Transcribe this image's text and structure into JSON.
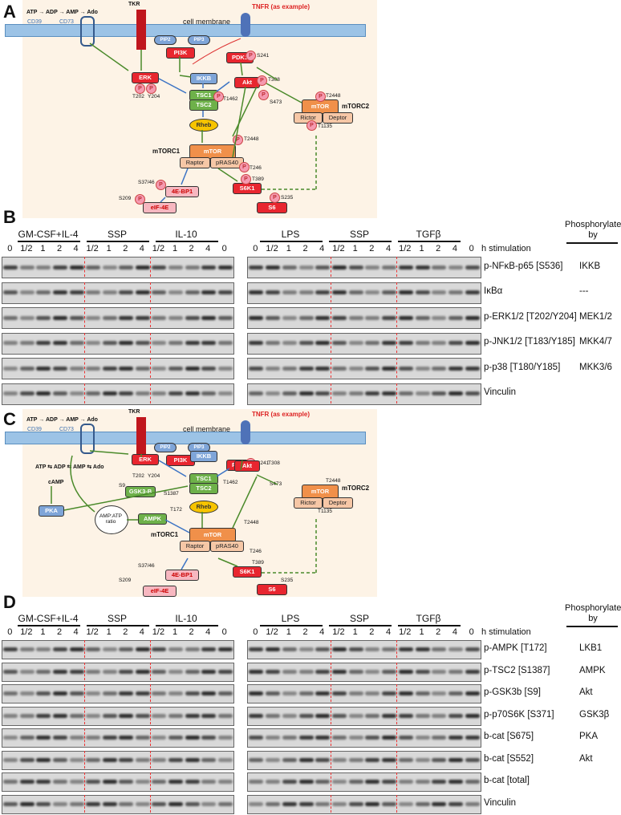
{
  "panels": {
    "a": "A",
    "b": "B",
    "c": "C",
    "d": "D"
  },
  "diagram": {
    "atp_chain": "ATP → ADP → AMP → Ado",
    "cd39": "CD39",
    "cd73": "CD73",
    "tkr": "TKR",
    "cell_membrane": "cell membrane",
    "tnfr": "TNFR (as example)",
    "pip2": "PIP2",
    "pip3": "PIP3",
    "pi3k": "PI3K",
    "pdk1": "PDK1",
    "s241": "S241",
    "erk": "ERK",
    "t202": "T202",
    "y204": "Y204",
    "ikkb": "IKKB",
    "akt": "Akt",
    "t308": "T308",
    "s473": "S473",
    "tsc1": "TSC1",
    "tsc2": "TSC2",
    "t1462": "T1462",
    "rheb": "Rheb",
    "mtorc1": "mTORC1",
    "mtor": "mTOR",
    "raptor": "Raptor",
    "pras40": "pRAS40",
    "t2448": "T2448",
    "t246": "T246",
    "mtorc2": "mTORC2",
    "rictor": "Rictor",
    "deptor": "Deptor",
    "t1135": "T1135",
    "s6k1": "S6K1",
    "t389": "T389",
    "s6": "S6",
    "s235": "S235",
    "ebp1": "4E-BP1",
    "s3746": "S37/46",
    "eif4e": "eIF-4E",
    "s209": "S209",
    "p": "P",
    "atp_chain_c": "ATP ⇆ ADP ⇆ AMP ⇆ Ado",
    "camp": "cAMP",
    "pka": "PKA",
    "gsk3b": "GSK3-B",
    "s9": "S9",
    "s1387": "S1387",
    "ampk": "AMPK",
    "t172": "T172",
    "amp_atp": "AMP:ATP ratio"
  },
  "blots": {
    "groups_left": [
      "GM-CSF+IL-4",
      "SSP",
      "IL-10"
    ],
    "groups_right": [
      "LPS",
      "SSP",
      "TGFβ"
    ],
    "lanes": [
      "0",
      "1/2",
      "1",
      "2",
      "4",
      "1/2",
      "1",
      "2",
      "4",
      "1/2",
      "1",
      "2",
      "4",
      "0"
    ],
    "h_stimulation": "h stimulation",
    "phos_header": "Phosphorylated\nby",
    "b_rows": [
      {
        "label": "p-NFκB-p65 [S536]",
        "kinase": "IKKB"
      },
      {
        "label": "IκBα",
        "kinase": "---"
      },
      {
        "label": "p-ERK1/2 [T202/Y204]",
        "kinase": "MEK1/2"
      },
      {
        "label": "p-JNK1/2 [T183/Y185]",
        "kinase": "MKK4/7"
      },
      {
        "label": "p-p38 [T180/Y185]",
        "kinase": "MKK3/6"
      },
      {
        "label": "Vinculin",
        "kinase": ""
      }
    ],
    "d_rows": [
      {
        "label": "p-AMPK [T172]",
        "kinase": "LKB1"
      },
      {
        "label": "p-TSC2 [S1387]",
        "kinase": "AMPK"
      },
      {
        "label": "p-GSK3b [S9]",
        "kinase": "Akt"
      },
      {
        "label": "p-p70S6K [S371]",
        "kinase": "GSK3β"
      },
      {
        "label": "b-cat [S675]",
        "kinase": "PKA"
      },
      {
        "label": "b-cat [S552]",
        "kinase": "Akt"
      },
      {
        "label": "b-cat [total]",
        "kinase": ""
      },
      {
        "label": "Vinculin",
        "kinase": ""
      }
    ]
  }
}
